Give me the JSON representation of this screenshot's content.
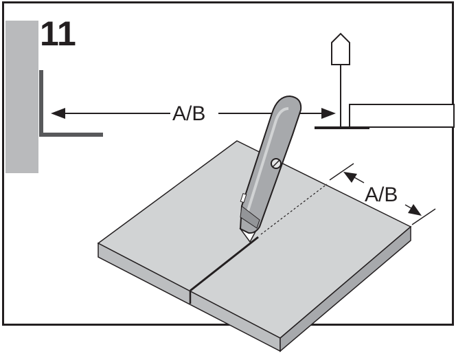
{
  "step_number": "11",
  "dimension_label_top": "A/B",
  "dimension_label_side": "A/B",
  "colors": {
    "frame": "#231f20",
    "wall_panel": "#b9babc",
    "board_top": "#d1d3d4",
    "board_side": "#bcbec0",
    "line": "#231f20",
    "knife_body": "#a7a9ac"
  }
}
